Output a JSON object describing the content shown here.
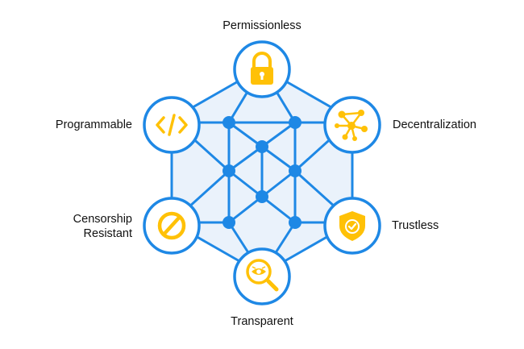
{
  "diagram": {
    "colors": {
      "line": "#1e88e5",
      "fill": "#eaf2fb",
      "node": "#1e88e5",
      "circle_fill": "#ffffff",
      "icon": "#ffc107"
    },
    "features": [
      {
        "id": "permissionless",
        "label": "Permissionless",
        "icon": "padlock-icon"
      },
      {
        "id": "programmable",
        "label": "Programmable",
        "icon": "code-brackets-icon"
      },
      {
        "id": "decentralization",
        "label": "Decentralization",
        "icon": "network-nodes-icon"
      },
      {
        "id": "censorship",
        "label_lines": [
          "Censorship",
          "Resistant"
        ],
        "icon": "prohibited-icon"
      },
      {
        "id": "trustless",
        "label": "Trustless",
        "icon": "shield-check-icon"
      },
      {
        "id": "transparent",
        "label": "Transparent",
        "icon": "magnifier-eye-icon"
      }
    ]
  }
}
